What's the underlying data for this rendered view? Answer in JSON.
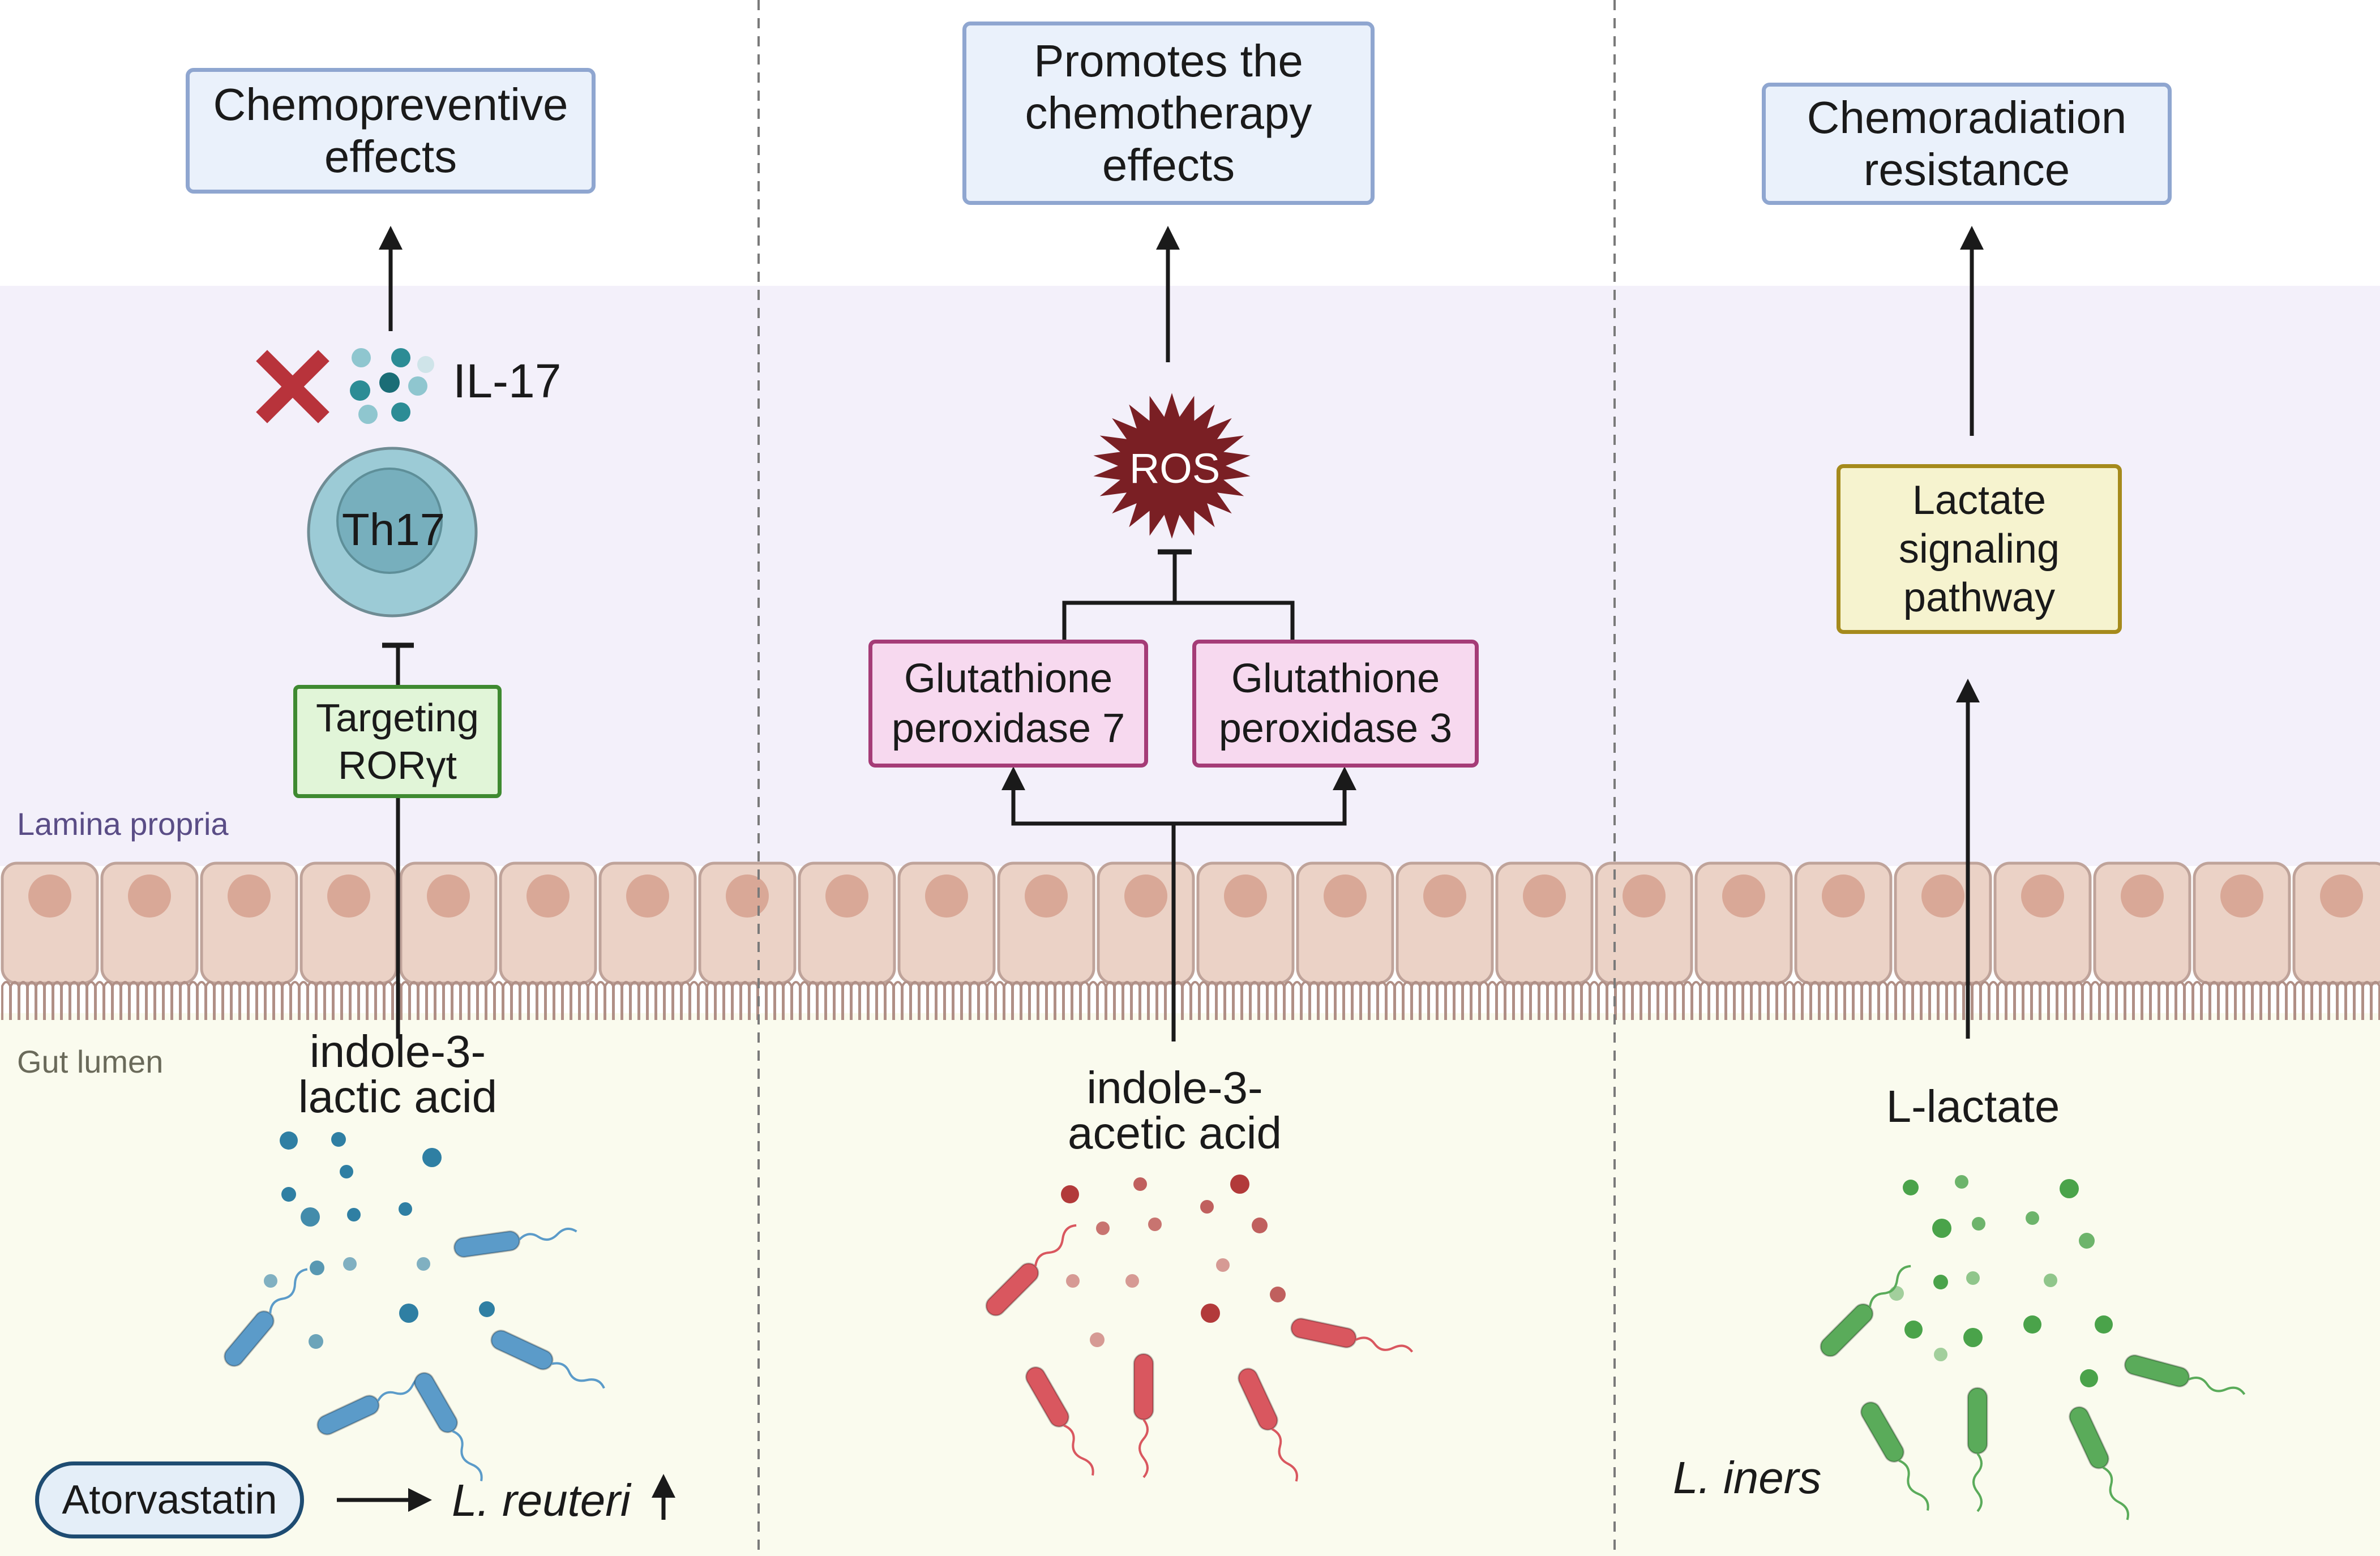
{
  "regions": {
    "lamina_propria": "Lamina propria",
    "gut_lumen": "Gut lumen"
  },
  "panel_left": {
    "outcome": "Chemopreventive\neffects",
    "cytokine": "IL-17",
    "cell": "Th17",
    "target": "Targeting\nRORγt",
    "metabolite": "indole-3-\nlactic acid",
    "drug": "Atorvastatin",
    "bacterium": "L. reuteri",
    "particle_color": "#2f7fa3",
    "bacteria_color": "#5b9bc9"
  },
  "panel_middle": {
    "outcome": "Promotes the\nchemotherapy\neffects",
    "ros": "ROS",
    "enzyme_1": "Glutathione\nperoxidase 7",
    "enzyme_2": "Glutathione\nperoxidase 3",
    "metabolite": "indole-3-\nacetic acid",
    "particle_color": "#b23a3a",
    "bacteria_color": "#d9575f"
  },
  "panel_right": {
    "outcome": "Chemoradiation\nresistance",
    "pathway": "Lactate\nsignaling\npathway",
    "metabolite": "L-lactate",
    "bacterium": "L. iners",
    "particle_color": "#4aa34a",
    "bacteria_color": "#5aab5a"
  },
  "colors": {
    "lamina_propria_bg": "#f3f0fa",
    "gut_lumen_bg": "#fafbee",
    "epithelium": "#ebd2c6",
    "nucleus": "#d9a897",
    "th17_outer": "#9ccbd6",
    "th17_inner": "#77afbd",
    "ros": "#7a1f24",
    "inhibit_x": "#b8333b"
  }
}
